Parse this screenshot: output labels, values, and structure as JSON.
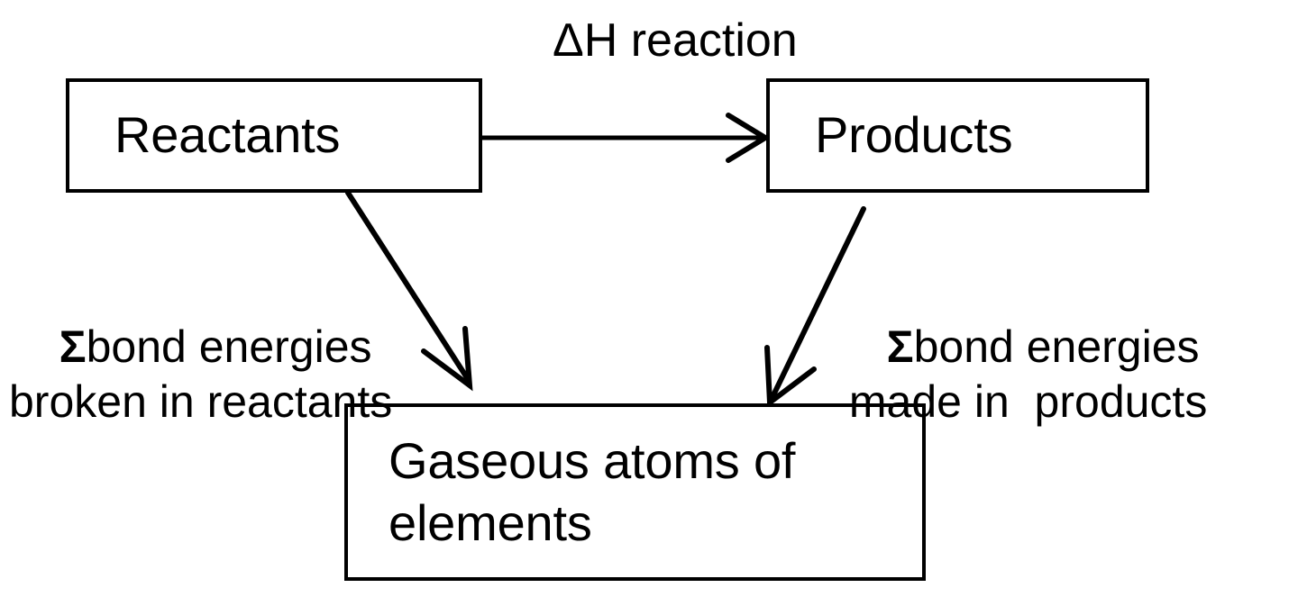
{
  "diagram": {
    "title_label": "ΔH reaction",
    "nodes": [
      {
        "id": "reactants",
        "label": "Reactants"
      },
      {
        "id": "products",
        "label": "Products"
      },
      {
        "id": "gaseous",
        "label": "Gaseous atoms of\nelements"
      }
    ],
    "edge_labels": {
      "left_sigma": "Σ",
      "left_rest": "bond energies\nbroken in reactants",
      "right_sigma": "Σ",
      "right_rest": "bond energies\n made in  products"
    },
    "arrows": [
      {
        "name": "reactants-to-products",
        "from": "reactants",
        "to": "products"
      },
      {
        "name": "reactants-to-gaseous",
        "from": "reactants",
        "to": "gaseous"
      },
      {
        "name": "products-to-gaseous",
        "from": "products",
        "to": "gaseous"
      }
    ],
    "colors": {
      "stroke": "#000000",
      "background": "#ffffff",
      "text": "#000000"
    }
  }
}
